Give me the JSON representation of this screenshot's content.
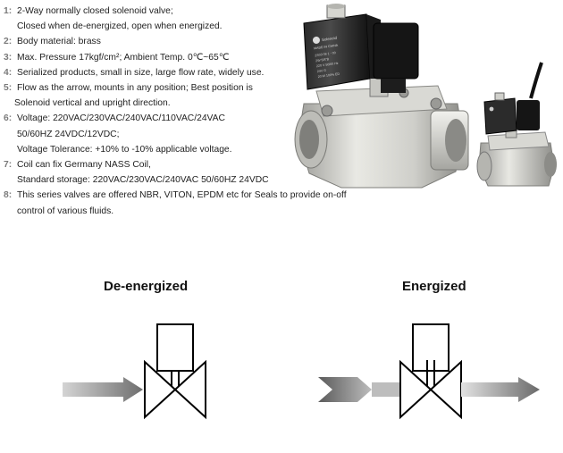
{
  "specs": [
    {
      "num": "1:",
      "lines": [
        "2-Way normally closed solenoid valve;",
        "Closed when de-energized, open when energized."
      ]
    },
    {
      "num": "2:",
      "lines": [
        "Body material: brass"
      ]
    },
    {
      "num": "3:",
      "lines": [
        "Max. Pressure  17kgf/cm²;  Ambient Temp.  0℃~65℃"
      ]
    },
    {
      "num": "4:",
      "lines": [
        "Serialized products, small in size, large flow rate, widely use."
      ]
    },
    {
      "num": "5:",
      "lines": [
        "Flow as the arrow, mounts in any position; Best position is",
        "Solenoid vertical and upright direction."
      ]
    },
    {
      "num": "6:",
      "lines": [
        "Voltage: 220VAC/230VAC/240VAC/110VAC/24VAC",
        "50/60HZ 24VDC/12VDC;",
        "Voltage Tolerance: +10% to -10% applicable voltage."
      ]
    },
    {
      "num": "7:",
      "lines": [
        "Coil can fix Germany NASS Coil,",
        "Standard storage: 220VAC/230VAC/240VAC 50/60HZ  24VDC"
      ]
    },
    {
      "num": "8:",
      "lines": [
        "This series valves are offered NBR, VITON, EPDM etc for Seals to provide on-off",
        "control of various fluids."
      ]
    }
  ],
  "coil_label": {
    "brand": "Solenoid",
    "made_in": "MADE IN CHINA",
    "lines": [
      "2S03 08 1 - 00",
      "2W 5/8\"B",
      "220 V 50/60 Hz",
      "24V G",
      "20 W  100% ED"
    ]
  },
  "diagrams": {
    "deenergized_label": "De-energized",
    "energized_label": "Energized"
  }
}
